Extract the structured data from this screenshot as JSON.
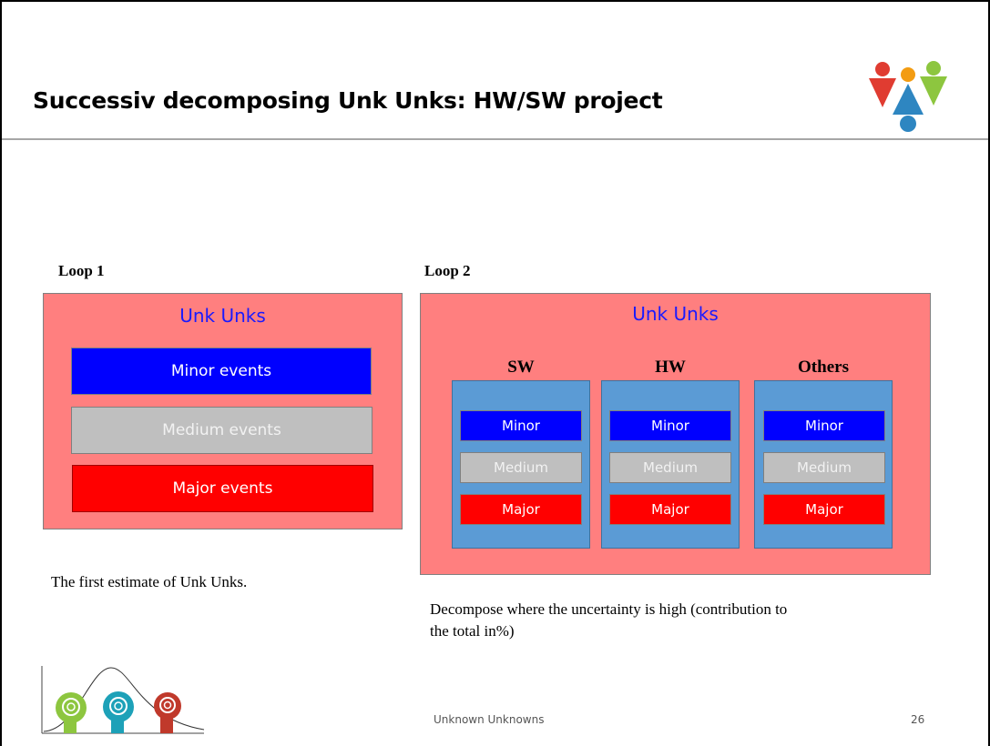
{
  "slide": {
    "title": "Successiv decomposing Unk Unks: HW/SW project",
    "footer_center": "Unknown Unknowns",
    "page_number": "26"
  },
  "loop1": {
    "label": "Loop 1",
    "box_title": "Unk Unks",
    "bars": [
      {
        "label": "Minor events",
        "level": "minor"
      },
      {
        "label": "Medium events",
        "level": "medium"
      },
      {
        "label": "Major events",
        "level": "major"
      }
    ],
    "caption": "The first estimate of Unk Unks."
  },
  "loop2": {
    "label": "Loop 2",
    "box_title": "Unk Unks",
    "columns": [
      {
        "heading": "SW",
        "cells": [
          "Minor",
          "Medium",
          "Major"
        ]
      },
      {
        "heading": "HW",
        "cells": [
          "Minor",
          "Medium",
          "Major"
        ]
      },
      {
        "heading": "Others",
        "cells": [
          "Minor",
          "Medium",
          "Major"
        ]
      }
    ],
    "caption_line1": "Decompose where the uncertainty is high (contribution to",
    "caption_line2": "the total in%)"
  },
  "colors": {
    "outer_box": "#ff7f7f",
    "minor": "#0000ff",
    "medium": "#bfbfbf",
    "major": "#ff0000",
    "column": "#5b9bd5",
    "box_title": "#1a1aff"
  },
  "icons": {
    "top_logo": "people-triangles-logo",
    "bottom_logo": "heads-with-distribution-curve-logo"
  }
}
